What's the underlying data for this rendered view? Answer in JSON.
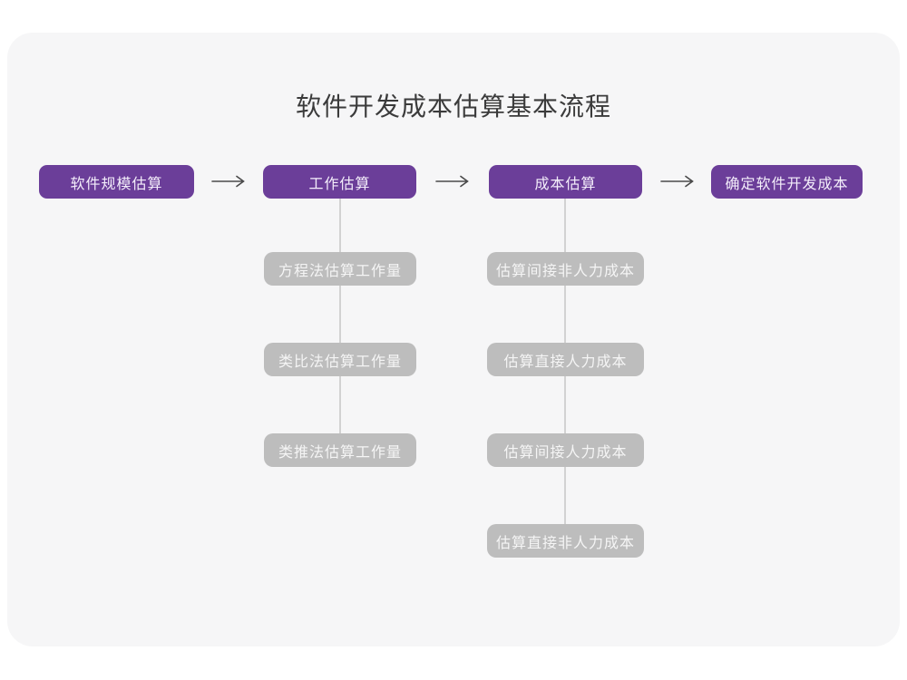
{
  "title": "软件开发成本估算基本流程",
  "colors": {
    "primary_purple": "#6b3e99",
    "sub_box_gray": "#bdbdbd",
    "card_background": "#f6f6f7",
    "connector_gray": "#d2d2d2",
    "arrow_gray": "#4a4a4a",
    "title_text": "#3b3b3b"
  },
  "flow": {
    "main_steps": [
      {
        "label": "软件规模估算"
      },
      {
        "label": "工作估算"
      },
      {
        "label": "成本估算"
      },
      {
        "label": "确定软件开发成本"
      }
    ],
    "work_substeps": [
      {
        "label": "方程法估算工作量"
      },
      {
        "label": "类比法估算工作量"
      },
      {
        "label": "类推法估算工作量"
      }
    ],
    "cost_substeps": [
      {
        "label": "估算间接非人力成本"
      },
      {
        "label": "估算直接人力成本"
      },
      {
        "label": "估算间接人力成本"
      },
      {
        "label": "估算直接非人力成本"
      }
    ]
  }
}
